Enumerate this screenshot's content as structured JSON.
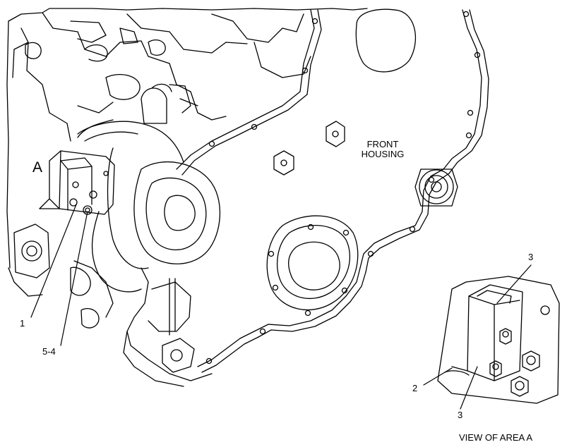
{
  "diagram": {
    "area_letter": "A",
    "front_housing_line1": "FRONT",
    "front_housing_line2": "HOUSING",
    "callout_1": "1",
    "callout_5_4": "5-4",
    "callout_2": "2",
    "callout_3_top": "3",
    "callout_3_bottom": "3",
    "view_caption": "VIEW OF AREA A"
  },
  "colors": {
    "line": "#000000",
    "background": "#ffffff"
  }
}
